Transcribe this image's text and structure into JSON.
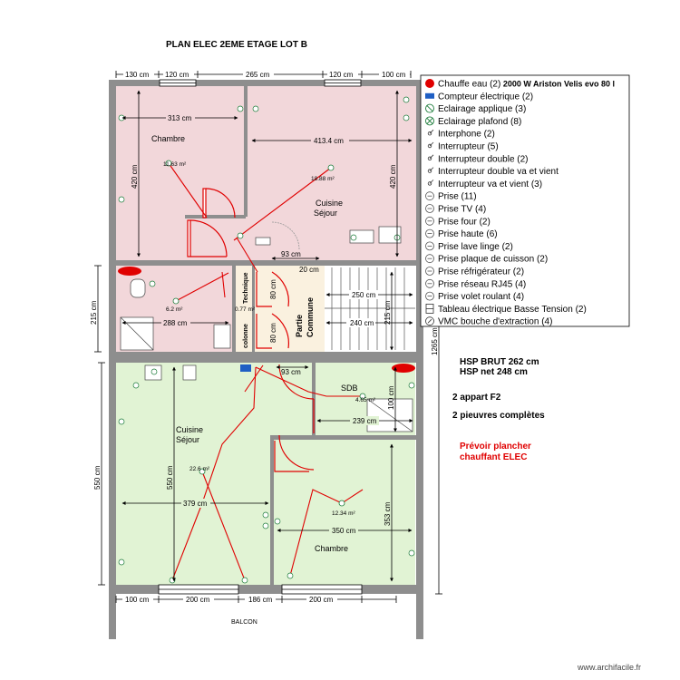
{
  "title": "PLAN ELEC 2EME ETAGE LOT B",
  "dimensions": {
    "top_130": "130 cm",
    "top_120a": "120 cm",
    "top_265": "265 cm",
    "top_120b": "120 cm",
    "top_100": "100 cm",
    "d_313": "313 cm",
    "d_413": "413.4 cm",
    "d_420a": "420 cm",
    "d_420b": "420 cm",
    "d_93a": "93 cm",
    "d_20": "20 cm",
    "d_250": "250 cm",
    "d_240": "240 cm",
    "d_215a": "215 cm",
    "d_215b": "215 cm",
    "d_288": "288 cm",
    "d_80a": "80 cm",
    "d_80b": "80 cm",
    "d_93b": "93 cm",
    "d_239": "239 cm",
    "d_100r": "100 cm",
    "d_550a": "550 cm",
    "d_550b": "550 cm",
    "d_379": "379 cm",
    "d_350": "350 cm",
    "d_353": "353 cm",
    "d_1265": "1265 cm",
    "bot_100": "100 cm",
    "bot_200a": "200 cm",
    "bot_186": "186 cm",
    "bot_200b": "200 cm"
  },
  "rooms": {
    "chambre_top": "Chambre",
    "chambre_top_area": "11.63 m²",
    "cuisine_top_1": "Cuisine",
    "cuisine_top_2": "Séjour",
    "cuisine_top_area": "18.88 m²",
    "wc_area": "6.2 m²",
    "tech_area": "0.77 m²",
    "colonne": "colonne",
    "technique": "Technique",
    "partie": "Partie",
    "commune": "Commune",
    "sdb": "SDB",
    "sdb_area": "4.65 m²",
    "cuisine_bot_1": "Cuisine",
    "cuisine_bot_2": "Séjour",
    "cuisine_bot_area": "22.6 m²",
    "chambre_bot": "Chambre",
    "chambre_bot_area": "12.34 m²",
    "balcon": "BALCON"
  },
  "legend": [
    {
      "icon": "chauffe-eau",
      "label": "Chauffe eau (2)",
      "extra": "2000 W Ariston Velis evo 80 l"
    },
    {
      "icon": "compteur",
      "label": "Compteur électrique (2)"
    },
    {
      "icon": "applique",
      "label": "Eclairage applique (3)"
    },
    {
      "icon": "plafond",
      "label": "Eclairage plafond (8)"
    },
    {
      "icon": "interphone",
      "label": "Interphone (2)"
    },
    {
      "icon": "interrupteur",
      "label": "Interrupteur (5)"
    },
    {
      "icon": "interrupteur-double",
      "label": "Interrupteur double (2)"
    },
    {
      "icon": "interrupteur-double-va",
      "label": "Interrupteur double va et vient"
    },
    {
      "icon": "interrupteur-va",
      "label": "Interrupteur va et vient (3)"
    },
    {
      "icon": "prise",
      "label": "Prise (11)"
    },
    {
      "icon": "prise-tv",
      "label": "Prise TV (4)"
    },
    {
      "icon": "prise-four",
      "label": "Prise four (2)"
    },
    {
      "icon": "prise-haute",
      "label": "Prise haute (6)"
    },
    {
      "icon": "prise-lave-linge",
      "label": "Prise lave linge (2)"
    },
    {
      "icon": "prise-plaque",
      "label": "Prise plaque de cuisson (2)"
    },
    {
      "icon": "prise-frigo",
      "label": "Prise réfrigérateur (2)"
    },
    {
      "icon": "prise-rj45",
      "label": "Prise réseau RJ45 (4)"
    },
    {
      "icon": "prise-volet",
      "label": "Prise volet roulant (4)"
    },
    {
      "icon": "tableau",
      "label": "Tableau électrique Basse Tension (2)"
    },
    {
      "icon": "vmc",
      "label": "VMC bouche d'extraction (4)"
    }
  ],
  "notes": {
    "hsp_brut": "HSP BRUT 262 cm",
    "hsp_net": "HSP net 248 cm",
    "appart": "2 appart F2",
    "pieuvres": "2 pieuvres complètes",
    "plancher_1": "Prévoir plancher",
    "plancher_2": "chauffant ELEC"
  },
  "footer": "www.archifacile.fr",
  "colors": {
    "pink": "#f2d7da",
    "green": "#e1f3d4",
    "beige": "#faf1df",
    "wall": "#8e8e8e",
    "wire": "#e00000",
    "dim": "#000000"
  }
}
